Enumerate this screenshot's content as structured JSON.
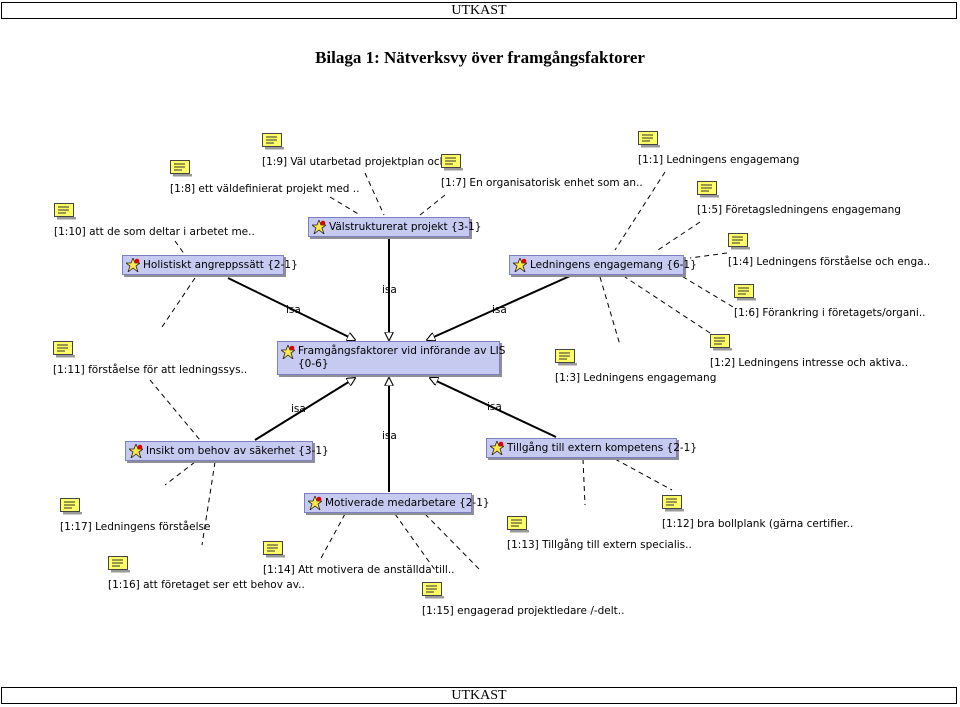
{
  "header": {
    "draft_label": "UTKAST"
  },
  "footer": {
    "draft_label": "UTKAST"
  },
  "title": "Bilaga 1: Nätverksvy över framgångsfaktorer",
  "nodes": {
    "central": {
      "line1": "Framgångsfaktorer vid införande av LIS",
      "line2": "{0-6}"
    },
    "valstrukturerat": "Välstrukturerat projekt {3-1}",
    "holistiskt": "Holistiskt angreppssätt {2-1}",
    "ledningens": "Ledningens engagemang {6-1}",
    "insikt": "Insikt om behov av säkerhet {3-1}",
    "motiverade": "Motiverade medarbetare {2-1}",
    "tillgang": "Tillgång till extern kompetens {2-1}"
  },
  "relations": {
    "isa": "isa"
  },
  "quotes": {
    "q1_9": "[1:9] Väl utarbetad projektplan och ..",
    "q1_8": "[1:8] ett väldefinierat projekt med ..",
    "q1_7": "[1:7] En organisatorisk enhet som an..",
    "q1_10": "[1:10] att de som deltar i arbetet me..",
    "q1_1": "[1:1] Ledningens engagemang",
    "q1_5": "[1:5] Företagsledningens engagemang",
    "q1_4": "[1:4] Ledningens förståelse och enga..",
    "q1_6": "[1:6] Förankring i företagets/organi..",
    "q1_2": "[1:2] Ledningens intresse och aktiva..",
    "q1_3": "[1:3] Ledningens engagemang",
    "q1_11": "[1:11] förståelse för att ledningssys..",
    "q1_17": "[1:17] Ledningens förståelse",
    "q1_16": "[1:16] att företaget ser ett behov av..",
    "q1_14": "[1:14] Att motivera de anställda till..",
    "q1_15": "[1:15] engagerad projektledare /-delt..",
    "q1_13": "[1:13] Tillgång till extern specialis..",
    "q1_12": "[1:12] bra bollplank (gärna certifier.."
  },
  "colors": {
    "node_fill": "#c6c9f0",
    "node_border": "#7c80bf",
    "memo_yellow": "#ffff66",
    "line": "#000000"
  },
  "icons": {
    "code": "code-node-icon",
    "memo": "memo-icon"
  }
}
